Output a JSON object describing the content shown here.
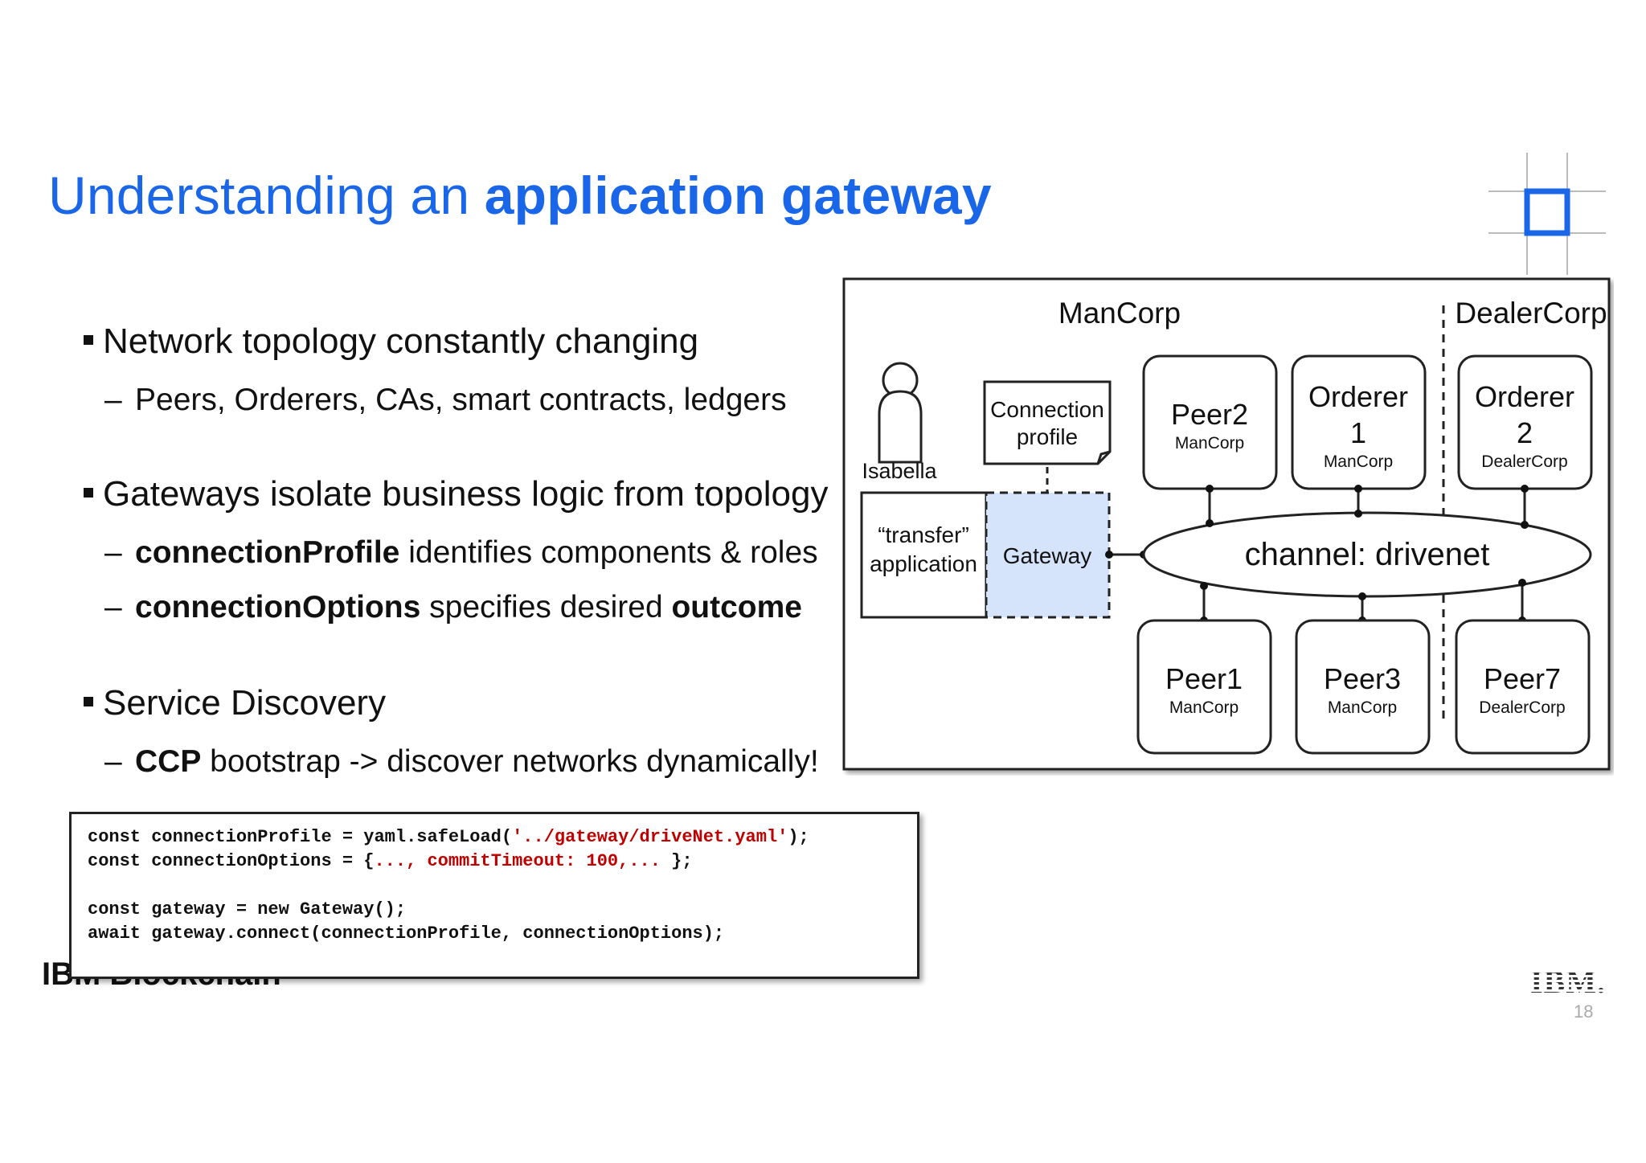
{
  "slide": {
    "title_plain": "Understanding an ",
    "title_bold": "application gateway",
    "page_number": "18",
    "footer_brand": "IBM Blockchain",
    "ibm_logo_text": "IBM."
  },
  "bullets": [
    {
      "text": "Network topology constantly changing"
    },
    {
      "text": "Peers, Orderers, CAs, smart contracts, ledgers"
    },
    {
      "text": "Gateways isolate business logic from topology"
    },
    {
      "bold": "connectionProfile",
      "rest": " identifies components & roles"
    },
    {
      "bold": "connectionOptions",
      "rest": " specifies desired ",
      "bold2": "outcome"
    },
    {
      "text": "Service Discovery"
    },
    {
      "bold": "CCP",
      "rest": " bootstrap -> discover networks dynamically!"
    }
  ],
  "diagram": {
    "org_mancorp": "ManCorp",
    "org_dealercorp": "DealerCorp",
    "user_name": "Isabella",
    "connection_profile": [
      "Connection",
      "profile"
    ],
    "application": [
      "“transfer”",
      "application"
    ],
    "gateway": "Gateway",
    "channel": "channel: drivenet",
    "nodes": {
      "peer2": {
        "name": "Peer2",
        "org": "ManCorp"
      },
      "orderer1": {
        "name": "Orderer",
        "num": "1",
        "org": "ManCorp"
      },
      "orderer2": {
        "name": "Orderer",
        "num": "2",
        "org": "DealerCorp"
      },
      "peer1": {
        "name": "Peer1",
        "org": "ManCorp"
      },
      "peer3": {
        "name": "Peer3",
        "org": "ManCorp"
      },
      "peer7": {
        "name": "Peer7",
        "org": "DealerCorp"
      }
    },
    "gateway_color": "#d6e4fb"
  },
  "code": {
    "l1_a": "const connectionProfile = yaml.safeLoad(",
    "l1_str": "'../gateway/driveNet.yaml'",
    "l1_b": ");",
    "l2_a": "const connectionOptions = {",
    "l2_str": "..., commitTimeout: 100,...",
    "l2_b": " };",
    "l3": "const gateway = new Gateway();",
    "l4": "await gateway.connect(connectionProfile, connectionOptions);"
  },
  "colors": {
    "title": "#1a66e8",
    "code_string": "#c00000"
  }
}
